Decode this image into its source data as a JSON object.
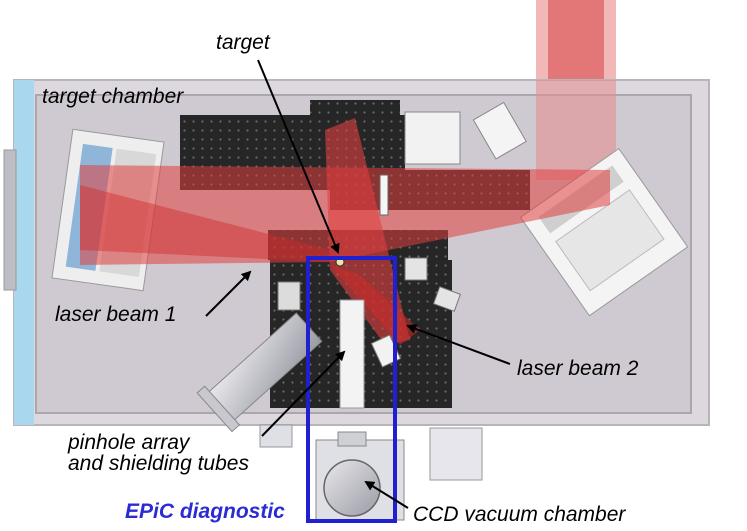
{
  "labels": {
    "target": "target",
    "target_chamber": "target chamber",
    "laser_beam_1": "laser beam 1",
    "laser_beam_2": "laser beam 2",
    "pinhole_array_line1": "pinhole array",
    "pinhole_array_line2": "and shielding tubes",
    "epic_diagnostic": "EPiC diagnostic",
    "ccd_vacuum_chamber": "CCD vacuum chamber"
  },
  "colors": {
    "chamber_frame": "#d6d2d8",
    "chamber_floor": "#cdc8cf",
    "breadboard": "#2a2a2a",
    "laser_beam": "#e0403f",
    "epic_box": "#2020d0",
    "epic_text": "#2b2bd6",
    "window_strip": "#a9d8ee"
  }
}
